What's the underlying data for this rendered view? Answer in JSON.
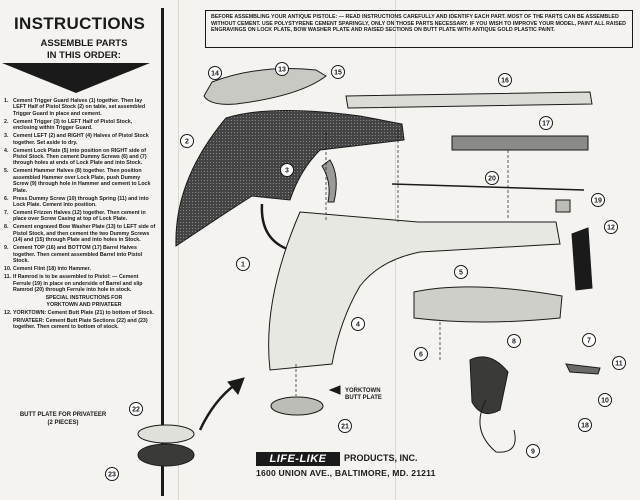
{
  "header": {
    "title": "INSTRUCTIONS",
    "subtitle_line1": "ASSEMBLE PARTS",
    "subtitle_line2": "IN THIS ORDER:"
  },
  "steps": [
    {
      "num": "1.",
      "text": "Cement Trigger Guard Halves (1) together. Then lay LEFT Half of Pistol Stock (2) on table, set assembled Trigger Guard in place and cement."
    },
    {
      "num": "2.",
      "text": "Cement Trigger (3) to LEFT Half of Pistol Stock, enclosing within Trigger Guard."
    },
    {
      "num": "3.",
      "text": "Cement LEFT (2) and RIGHT (4) Halves of Pistol Stock together. Set aside to dry."
    },
    {
      "num": "4.",
      "text": "Cement Lock Plate (5) into position on RIGHT side of Pistol Stock. Then cement Dummy Screws (6) and (7) through holes at ends of Lock Plate and into Stock."
    },
    {
      "num": "5.",
      "text": "Cement Hammer Halves (8) together. Then position assembled Hammer over Lock Plate, push Dummy Screw (9) through hole in Hammer and cement to Lock Plate."
    },
    {
      "num": "6.",
      "text": "Press Dummy Screw (10) through Spring (11) and into Lock Plate. Cement into position."
    },
    {
      "num": "7.",
      "text": "Cement Frizzen Halves (12) together. Then cement in place over Screw Casing at top of Lock Plate."
    },
    {
      "num": "8.",
      "text": "Cement engraved Bow Washer Plate (13) to LEFT side of Pistol Stock, and then cement the two Dummy Screws (14) and (15) through Plate and into holes in Stock."
    },
    {
      "num": "9.",
      "text": "Cement TOP (16) and BOTTOM (17) Barrel Halves together. Then cement assembled Barrel into Pistol Stock."
    },
    {
      "num": "10.",
      "text": "Cement Flint (18) into Hammer."
    },
    {
      "num": "11.",
      "text": "If Ramrod is to be assembled to Pistol: — Cement Ferrule (19) in place on underside of Barrel and slip Ramrod (20) through Ferrule into hole in stock."
    }
  ],
  "special": {
    "line1": "SPECIAL INSTRUCTIONS FOR",
    "line2": "YORKTOWN AND PRIVATEER"
  },
  "special_steps": [
    {
      "num": "12.",
      "label": "YORKTOWN:",
      "text": "Cement Butt Plate (21) to bottom of Stock."
    },
    {
      "label": "PRIVATEER:",
      "text": "Cement Butt Plate Sections (22) and (23) together. Then cement to bottom of stock."
    }
  ],
  "notice": "BEFORE ASSEMBLING YOUR ANTIQUE PISTOLE: — READ INSTRUCTIONS CAREFULLY AND IDENTIFY EACH PART. MOST OF THE PARTS CAN BE ASSEMBLED WITHOUT CEMENT. USE POLYSTYRENE CEMENT SPARINGLY, ONLY ON THOSE PARTS NECESSARY. IF YOU WISH TO IMPROVE YOUR MODEL, PAINT ALL RAISED ENGRAVINGS ON LOCK PLATE, BOW WASHER PLATE AND RAISED SECTIONS ON BUTT PLATE WITH ANTIQUE GOLD PLASTIC PAINT.",
  "butt_plate_privateer": {
    "line1": "BUTT PLATE FOR PRIVATEER",
    "line2": "(2 PIECES)"
  },
  "yorktown_label": {
    "line1": "YORKTOWN",
    "line2": "BUTT PLATE"
  },
  "callouts": [
    "1",
    "2",
    "3",
    "4",
    "5",
    "6",
    "7",
    "8",
    "9",
    "10",
    "11",
    "12",
    "13",
    "14",
    "15",
    "16",
    "17",
    "18",
    "19",
    "20",
    "21",
    "22",
    "23"
  ],
  "footer": {
    "logo": "LIFE-LIKE",
    "company": "PRODUCTS, INC.",
    "address": "1600 UNION AVE., BALTIMORE, MD. 21211"
  },
  "colors": {
    "ink": "#1a1a1a",
    "paper": "#f4f3ef",
    "shade": "#9a9a96"
  }
}
